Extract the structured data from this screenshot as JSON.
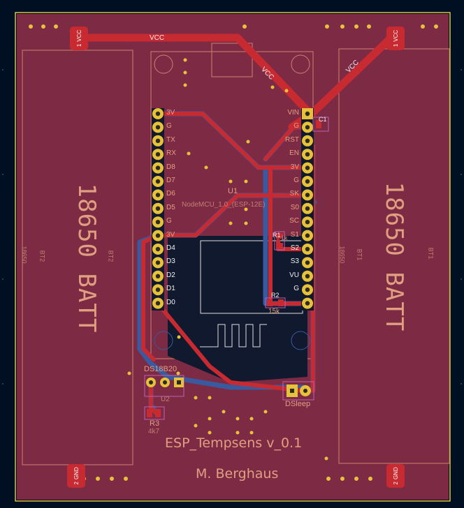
{
  "board": {
    "title": "ESP_Tempsens v_0.1",
    "author": "M. Berghaus"
  },
  "batteries": [
    {
      "ref": "BT2",
      "label": "18650 BATT",
      "fab": "18650",
      "pad_pos_num": "1",
      "pad_pos_net": "VCC",
      "pad_neg_num": "2",
      "pad_neg_net": "GND"
    },
    {
      "ref": "BT1",
      "label": "18650 BATT",
      "fab": "18650",
      "pad_pos_num": "1",
      "pad_pos_net": "VCC",
      "pad_neg_num": "2",
      "pad_neg_net": "GND"
    }
  ],
  "nets": {
    "vcc": "VCC"
  },
  "module": {
    "ref": "U1",
    "name": "NodeMCU_1.0_(ESP-12E)",
    "left_pins": [
      "3V",
      "G",
      "TX",
      "RX",
      "D8",
      "D7",
      "D6",
      "D5",
      "G",
      "3V",
      "D4",
      "D3",
      "D2",
      "D1",
      "D0"
    ],
    "right_pins": [
      "VIN",
      "G",
      "RST",
      "EN",
      "3V",
      "G",
      "SK",
      "S0",
      "SC",
      "S1",
      "S2",
      "S3",
      "VU",
      "G",
      ""
    ]
  },
  "sensor": {
    "ref": "U2",
    "name": "DS18B20"
  },
  "resistors": [
    {
      "ref": "R1",
      "value": "1k"
    },
    {
      "ref": "R2",
      "value": "15k"
    },
    {
      "ref": "R3",
      "value": "4k7"
    }
  ],
  "jumper": {
    "name": "DSleep"
  },
  "capacitor": {
    "ref": "C1"
  },
  "colors": {
    "board": "#7d2a45",
    "track_front": "#c82a32",
    "track_back": "#3a5aa0",
    "silkscreen": "#e0a080",
    "edge": "#e0c040"
  }
}
